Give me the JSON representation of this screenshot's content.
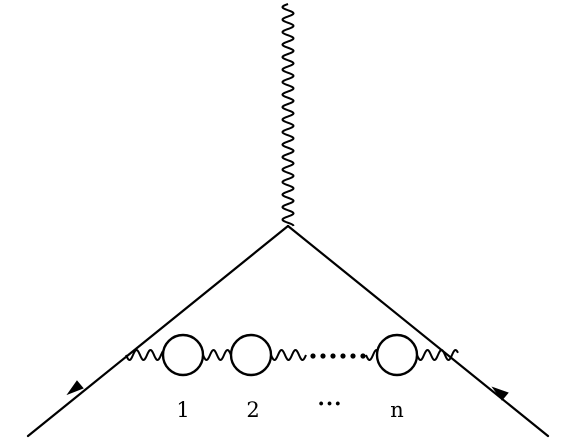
{
  "diagram": {
    "labels": {
      "loop_1": "1",
      "loop_2": "2",
      "ellipsis": "···",
      "loop_n": "n"
    },
    "ink_color": "#000000",
    "background_color": "#ffffff"
  }
}
